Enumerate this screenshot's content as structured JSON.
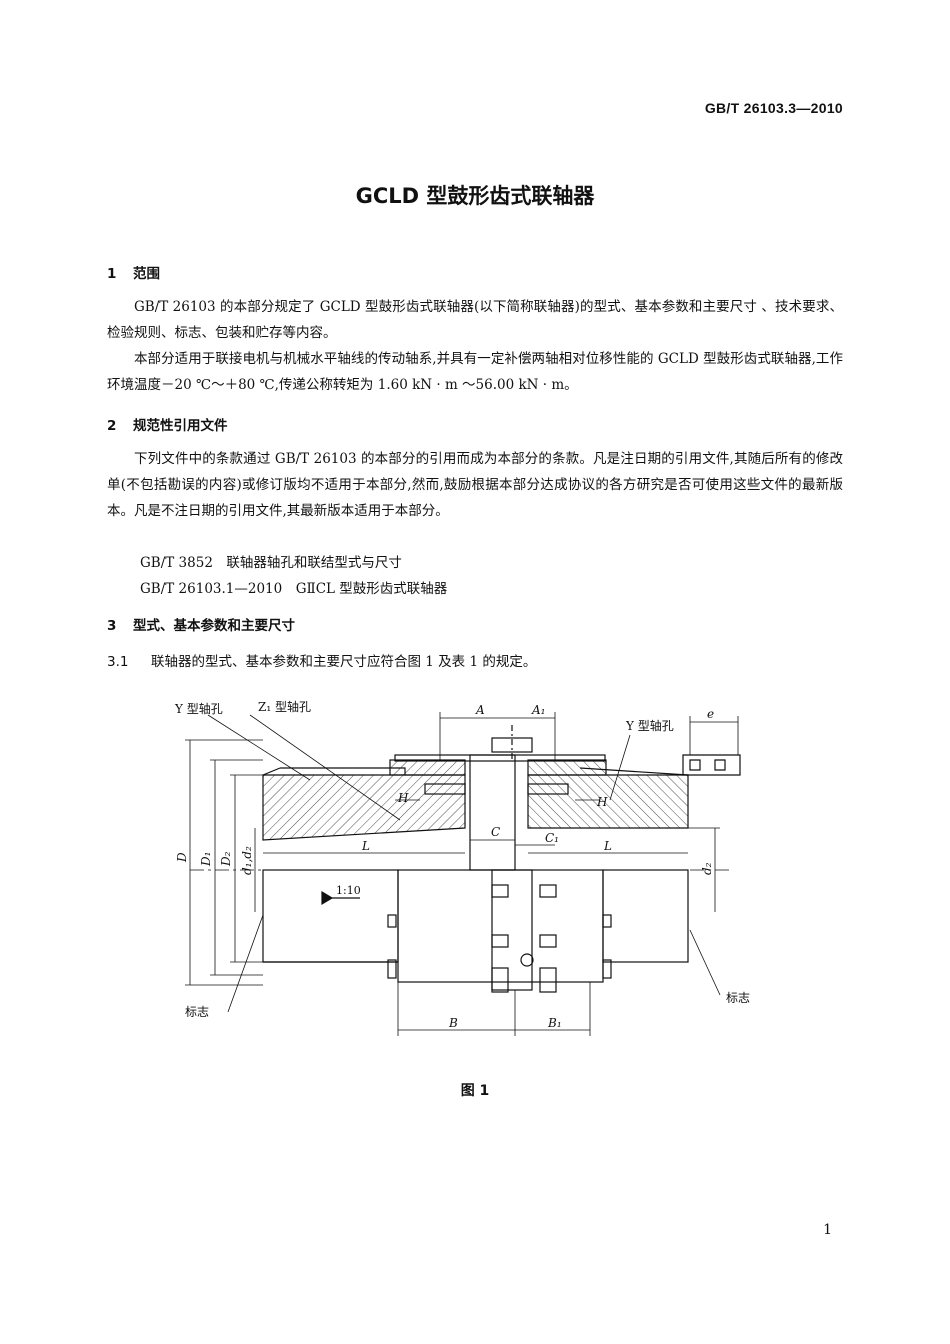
{
  "header": {
    "standard_number": "GB/T 26103.3—2010"
  },
  "title": "GCLD 型鼓形齿式联轴器",
  "sections": [
    {
      "number": "1",
      "title": "范围",
      "paragraphs": [
        "GB/T 26103 的本部分规定了 GCLD 型鼓形齿式联轴器(以下简称联轴器)的型式、基本参数和主要尺寸 、技术要求、检验规则、标志、包装和贮存等内容。",
        "本部分适用于联接电机与机械水平轴线的传动轴系,并具有一定补偿两轴相对位移性能的 GCLD 型鼓形齿式联轴器,工作环境温度－20 ℃～＋80 ℃,传递公称转矩为 1.60 kN · m ～56.00 kN · m。"
      ]
    },
    {
      "number": "2",
      "title": "规范性引用文件",
      "paragraphs": [
        "下列文件中的条款通过 GB/T 26103 的本部分的引用而成为本部分的条款。凡是注日期的引用文件,其随后所有的修改单(不包括勘误的内容)或修订版均不适用于本部分,然而,鼓励根据本部分达成协议的各方研究是否可使用这些文件的最新版本。凡是不注日期的引用文件,其最新版本适用于本部分。"
      ],
      "references": [
        "GB/T 3852　联轴器轴孔和联结型式与尺寸",
        "GB/T 26103.1—2010　GⅡCL 型鼓形齿式联轴器"
      ]
    },
    {
      "number": "3",
      "title": "型式、基本参数和主要尺寸",
      "subsections": [
        {
          "number": "3.1",
          "text": "联轴器的型式、基本参数和主要尺寸应符合图 1 及表 1 的规定。"
        }
      ]
    }
  ],
  "figure": {
    "caption": "图 1",
    "labels": {
      "y_bore_left": "Y 型轴孔",
      "z1_bore": "Z₁ 型轴孔",
      "y_bore_right": "Y 型轴孔",
      "marking_left": "标志",
      "marking_right": "标志",
      "taper": "1:10",
      "A": "A",
      "A1": "A₁",
      "e": "e",
      "H_left": "H",
      "H_right": "H",
      "C": "C",
      "C1": "C₁",
      "L_left": "L",
      "L_right": "L",
      "D": "D",
      "D1": "D₁",
      "D2": "D₂",
      "d1dz": "d₁,d₂",
      "d2": "d₂",
      "B": "B",
      "B1": "B₁"
    }
  },
  "page_number": "1"
}
